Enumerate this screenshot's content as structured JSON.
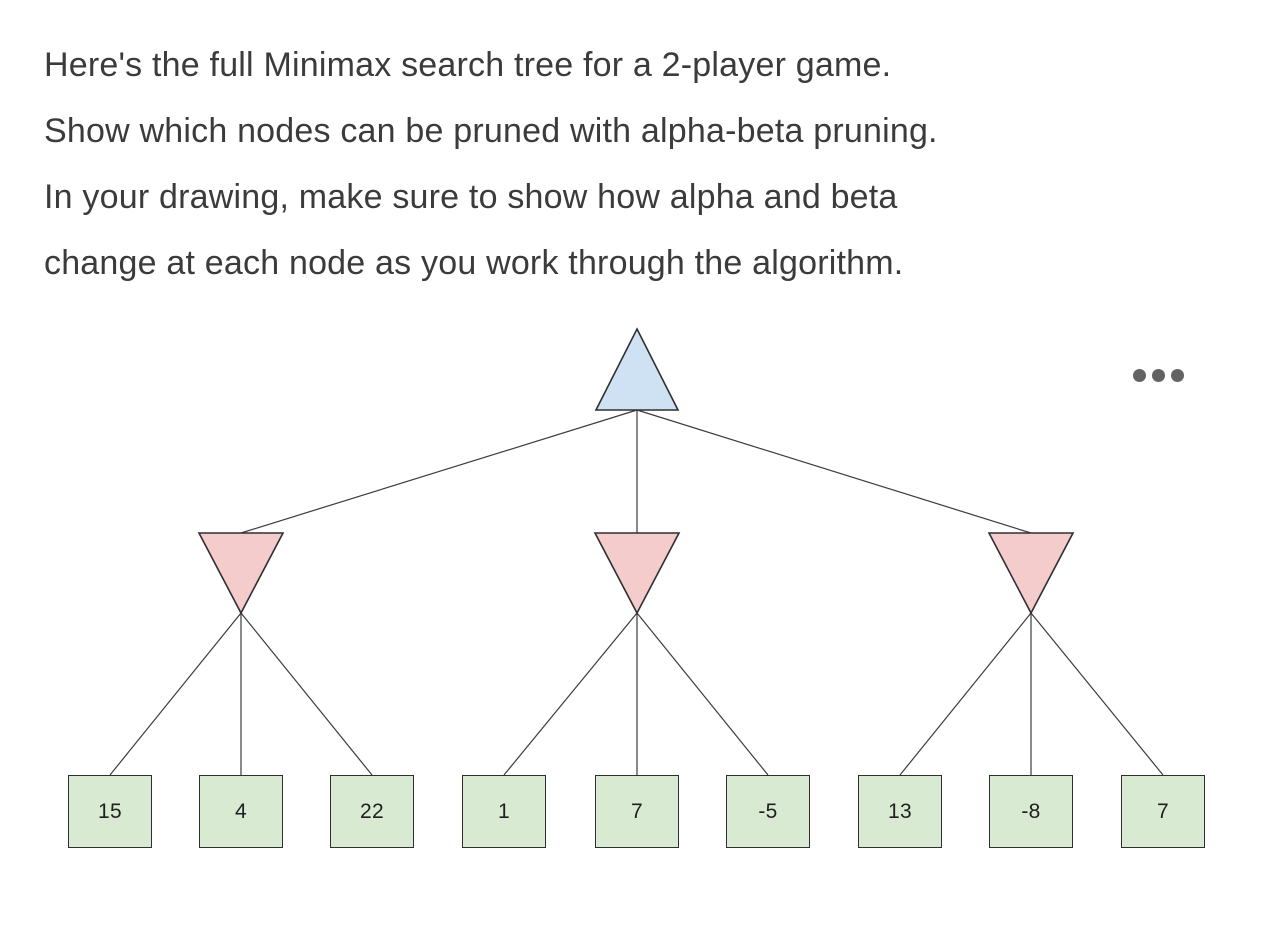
{
  "prompt": {
    "lines": [
      "Here's the full Minimax search tree for a 2-player game.",
      "Show which nodes can be pruned with alpha-beta pruning.",
      "In your drawing, make sure to show how alpha and beta",
      "change at each node as you work through the algorithm."
    ]
  },
  "menu": {
    "icon": "ellipsis-icon",
    "dots_count": 3
  },
  "tree": {
    "root": {
      "role": "max-node",
      "shape": "triangle-up"
    },
    "min_nodes": [
      {
        "role": "min-node",
        "shape": "triangle-down"
      },
      {
        "role": "min-node",
        "shape": "triangle-down"
      },
      {
        "role": "min-node",
        "shape": "triangle-down"
      }
    ],
    "leaves": [
      {
        "value": "15"
      },
      {
        "value": "4"
      },
      {
        "value": "22"
      },
      {
        "value": "1"
      },
      {
        "value": "7"
      },
      {
        "value": "-5"
      },
      {
        "value": "13"
      },
      {
        "value": "-8"
      },
      {
        "value": "7"
      }
    ]
  },
  "colors": {
    "max_fill": "#cfe2f3",
    "min_fill": "#f4cccc",
    "leaf_fill": "#d9ead3",
    "node_stroke": "#2f2f2f",
    "edge_stroke": "#3c3c3c",
    "dots": "#636363",
    "text": "#3b3b3b"
  }
}
